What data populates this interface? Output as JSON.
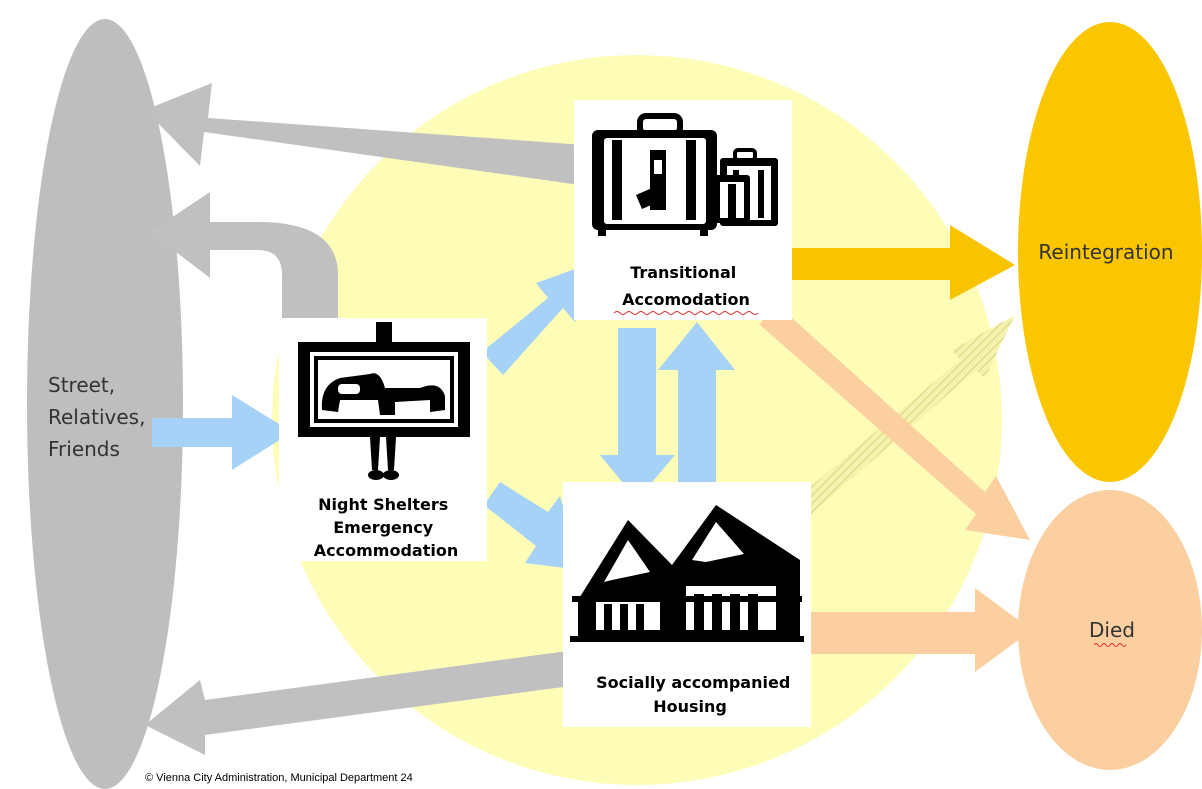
{
  "nodes": {
    "street": {
      "lines": [
        "Street,",
        "Relatives,",
        "Friends"
      ]
    },
    "night_shelters": {
      "lines": [
        "Night Shelters",
        "Emergency",
        "Accommodation"
      ]
    },
    "transitional": {
      "lines": [
        "Transitional",
        "Accomodation"
      ]
    },
    "socially_accompanied": {
      "lines": [
        "Socially accompanied",
        "Housing"
      ]
    },
    "reintegration": {
      "label": "Reintegration"
    },
    "died": {
      "label": "Died"
    }
  },
  "credit": "© Vienna City Administration, Municipal Department 24",
  "colors": {
    "background_circle": "#fdfdb8",
    "street_ellipse": "#bebebe",
    "reintegration_ellipse": "#f9c600",
    "died_ellipse": "#fbcfa0",
    "arrow_blue": "#a6d2f7",
    "arrow_gray": "#c0c0c0",
    "arrow_gold": "#f8c400",
    "arrow_peach": "#fbcfa0",
    "arrow_hatched": "#f1ec90"
  },
  "icons": {
    "transitional": "suitcase-icon",
    "night_shelters": "bed-sign-icon",
    "socially_accompanied": "house-icon"
  }
}
